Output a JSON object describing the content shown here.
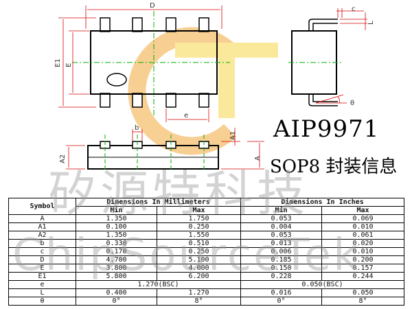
{
  "drawing_labels": {
    "D": "D",
    "c": "c",
    "L": "L",
    "E1": "E1",
    "E": "E",
    "theta": "θ",
    "b": "b",
    "e": "e",
    "A1": "A1",
    "A2": "A2",
    "A": "A"
  },
  "title": {
    "part_number": "AIP9971",
    "package_info": "SOP8 封装信息"
  },
  "watermark": {
    "cn": "矽源特科技",
    "en": "ChipSourceTek"
  },
  "colors": {
    "outline": "#000000",
    "center_line": "#00b000",
    "dimension": "#d40000",
    "logo_orange": "#f2a93b",
    "logo_yellow": "#f7d84a"
  },
  "table": {
    "header": {
      "symbol": "Symbol",
      "mm": "Dimensions In Millimeters",
      "inch": "Dimensions In Inches",
      "min": "Min",
      "max": "Max"
    },
    "rows": [
      {
        "symbol": "A",
        "mm_min": "1.350",
        "mm_max": "1.750",
        "in_min": "0.053",
        "in_max": "0.069"
      },
      {
        "symbol": "A1",
        "mm_min": "0.100",
        "mm_max": "0.250",
        "in_min": "0.004",
        "in_max": "0.010"
      },
      {
        "symbol": "A2",
        "mm_min": "1.350",
        "mm_max": "1.550",
        "in_min": "0.053",
        "in_max": "0.061"
      },
      {
        "symbol": "b",
        "mm_min": "0.330",
        "mm_max": "0.510",
        "in_min": "0.013",
        "in_max": "0.020"
      },
      {
        "symbol": "c",
        "mm_min": "0.170",
        "mm_max": "0.250",
        "in_min": "0.006",
        "in_max": "0.010"
      },
      {
        "symbol": "D",
        "mm_min": "4.700",
        "mm_max": "5.100",
        "in_min": "0.185",
        "in_max": "0.200"
      },
      {
        "symbol": "E",
        "mm_min": "3.800",
        "mm_max": "4.000",
        "in_min": "0.150",
        "in_max": "0.157"
      },
      {
        "symbol": "E1",
        "mm_min": "5.800",
        "mm_max": "6.200",
        "in_min": "0.228",
        "in_max": "0.244"
      }
    ],
    "e_row": {
      "symbol": "e",
      "mm": "1.270(BSC)",
      "inch": "0.050(BSC)"
    },
    "tail_rows": [
      {
        "symbol": "L",
        "mm_min": "0.400",
        "mm_max": "1.270",
        "in_min": "0.016",
        "in_max": "0.050"
      },
      {
        "symbol": "θ",
        "mm_min": "0°",
        "mm_max": "8°",
        "in_min": "0°",
        "in_max": "8°"
      }
    ]
  }
}
